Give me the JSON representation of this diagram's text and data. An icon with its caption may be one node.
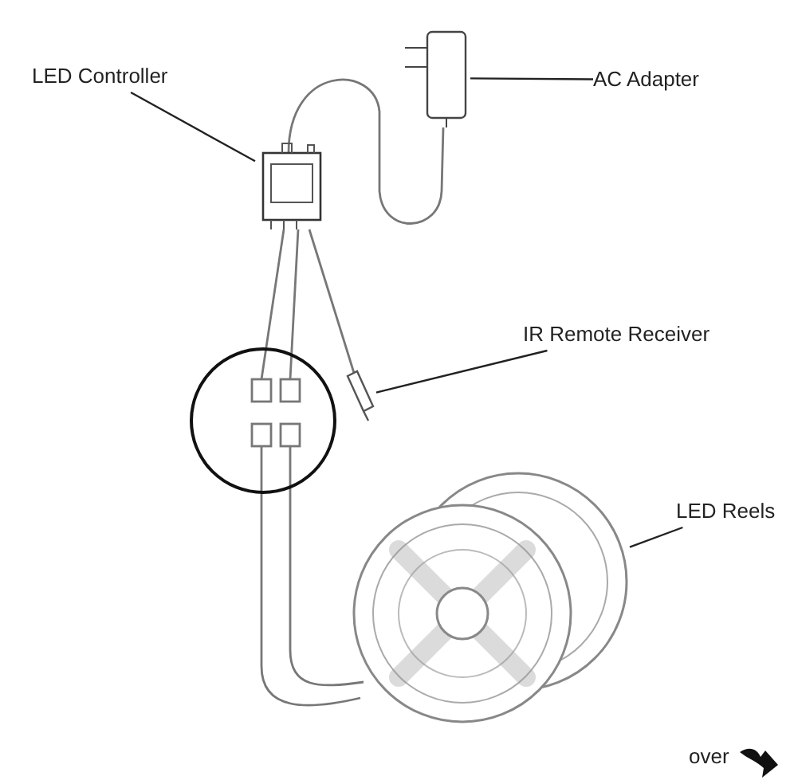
{
  "diagram": {
    "nodes": [
      {
        "text": [
          "LED Controller"
        ]
      },
      {
        "text": [],
        "shape": "picture"
      },
      {
        "text": [
          "AC Adapter"
        ]
      },
      {
        "text": [],
        "shape": "box"
      },
      {
        "text": [
          "IR Remote Receiver"
        ]
      },
      {
        "text": [],
        "shape": "picture"
      },
      {
        "text": [
          "LED Reels"
        ]
      },
      {
        "text": [],
        "shape": "picture"
      }
    ],
    "edges": [
      {
        "from": 0,
        "to": 1,
        "arrow": "none"
      },
      {
        "from": 2,
        "to": 3,
        "arrow": "none"
      },
      {
        "from": 4,
        "to": 5,
        "arrow": "none"
      },
      {
        "from": 6,
        "to": 7,
        "arrow": "none"
      }
    ],
    "labels": [
      "over"
    ]
  }
}
